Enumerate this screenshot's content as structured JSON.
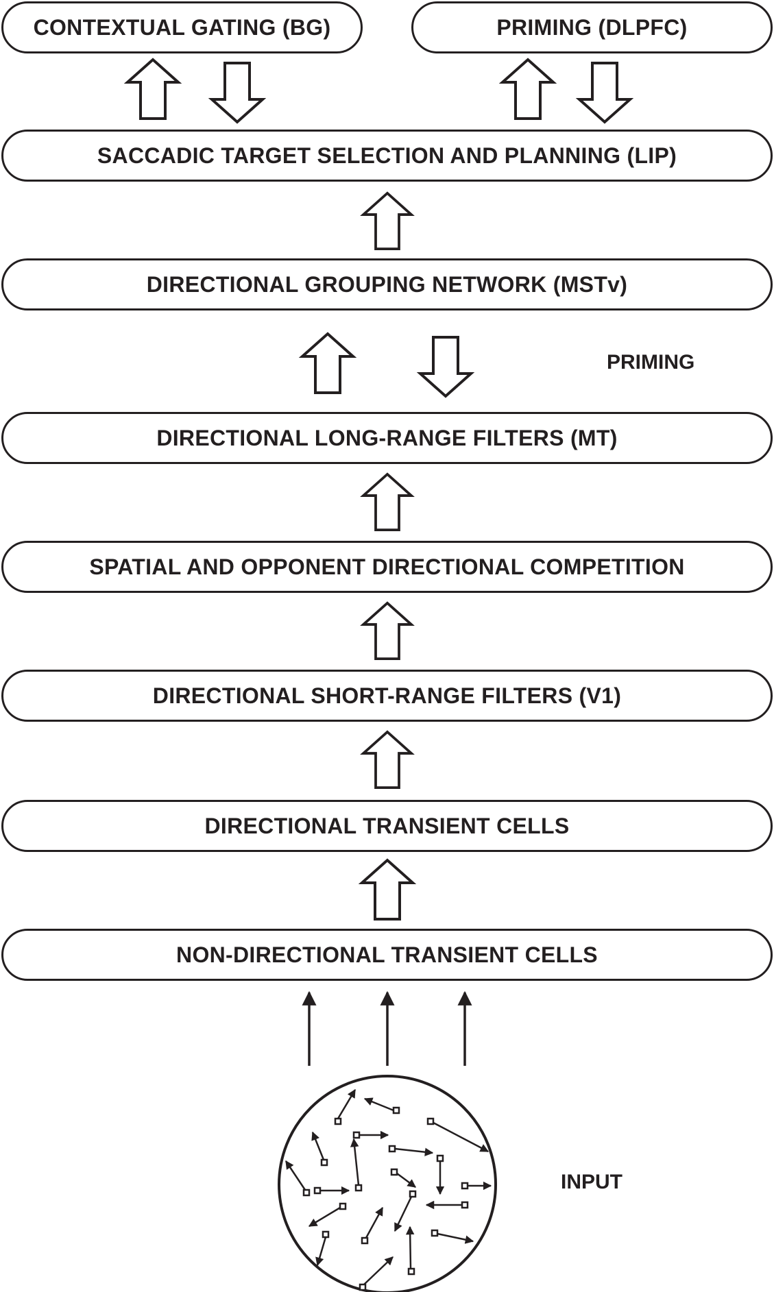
{
  "boxes": {
    "contextual_gating": "CONTEXTUAL GATING (BG)",
    "priming_dlpfc": "PRIMING (DLPFC)",
    "saccadic": "SACCADIC TARGET SELECTION AND PLANNING (LIP)",
    "grouping": "DIRECTIONAL GROUPING NETWORK (MSTv)",
    "long_range": "DIRECTIONAL LONG-RANGE FILTERS (MT)",
    "competition": "SPATIAL AND OPPONENT DIRECTIONAL COMPETITION",
    "short_range": "DIRECTIONAL SHORT-RANGE FILTERS (V1)",
    "directional_transient": "DIRECTIONAL TRANSIENT CELLS",
    "nondirectional_transient": "NON-DIRECTIONAL TRANSIENT CELLS"
  },
  "labels": {
    "priming": "PRIMING",
    "input": "INPUT"
  }
}
